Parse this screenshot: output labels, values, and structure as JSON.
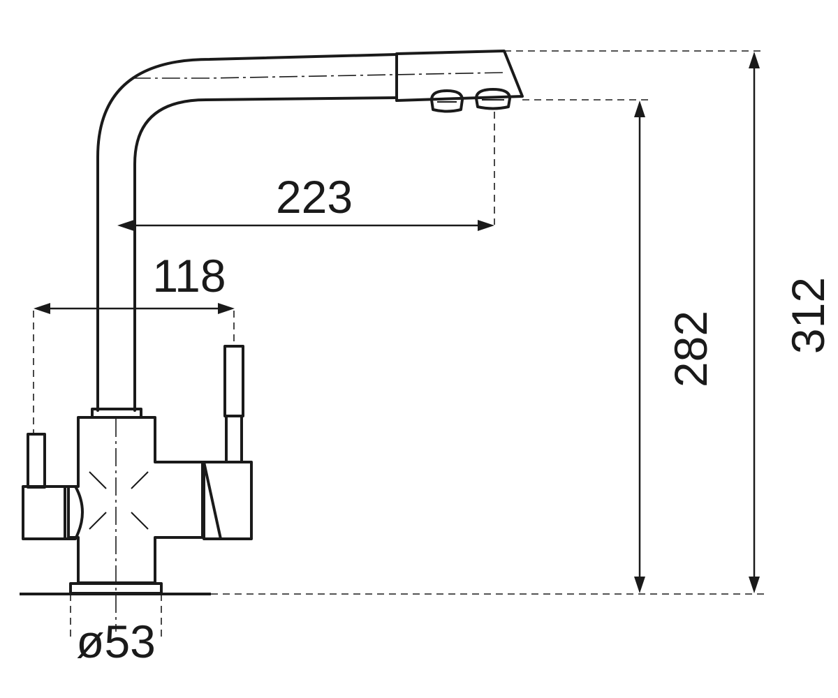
{
  "dimensions": {
    "spout_reach": "223",
    "handle_span": "118",
    "height_outlet": "282",
    "height_total": "312",
    "base_diameter": "ø53"
  },
  "colors": {
    "line": "#1a1a1a",
    "background": "#ffffff"
  }
}
